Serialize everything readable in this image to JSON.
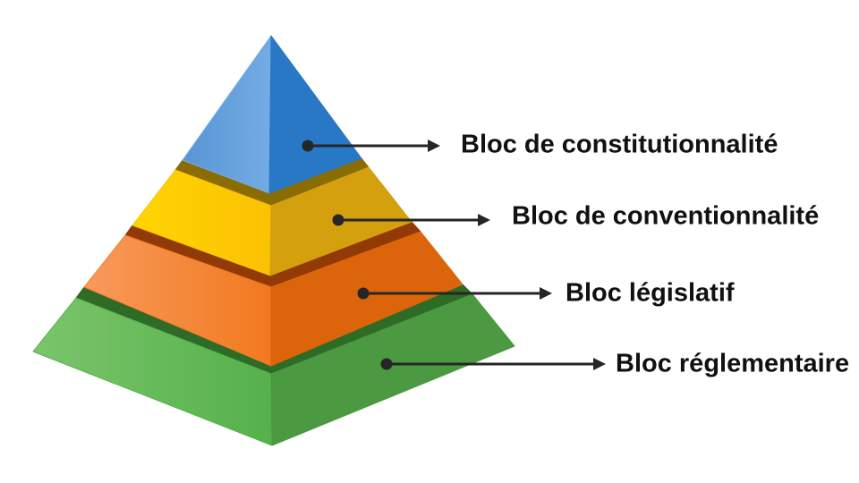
{
  "pyramid": {
    "levels": [
      {
        "rank": 1,
        "label": "Bloc de constitutionnalité",
        "face_left_outer": "#5795D4",
        "face_left_inner": "#74ACE4",
        "face_right": "#2878C6",
        "top_band": null
      },
      {
        "rank": 2,
        "label": "Bloc de conventionnalité",
        "face_left_outer": "#FFD503",
        "face_left_inner": "#FBC102",
        "face_right": "#D4A00E",
        "top_band": "#8A6C04"
      },
      {
        "rank": 3,
        "label": "Bloc législatif",
        "face_left_outer": "#F89A5C",
        "face_left_inner": "#F1791F",
        "face_right": "#DC650C",
        "top_band": "#913A05"
      },
      {
        "rank": 4,
        "label": "Bloc réglementaire",
        "face_left_outer": "#7BC56B",
        "face_left_inner": "#55B14B",
        "face_right": "#4B9941",
        "top_band": "#2D6B26"
      }
    ]
  },
  "connector": {
    "color": "#262626",
    "dot_radius": "6.5",
    "line_width": "3"
  }
}
